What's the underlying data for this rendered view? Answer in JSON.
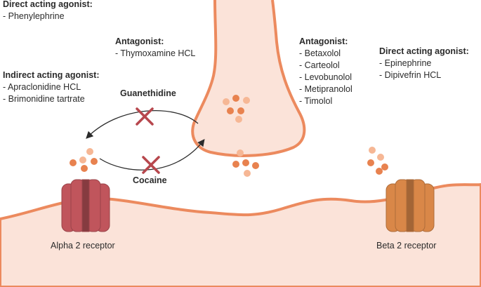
{
  "colors": {
    "membrane_fill": "#fbe3d9",
    "membrane_stroke": "#ec8a5e",
    "alpha_receptor": "#c0555c",
    "beta_receptor": "#d98748",
    "cross": "#b7474d",
    "dot_dark": "#e8824f",
    "dot_light": "#f6b795",
    "arrow": "#2b2b2b"
  },
  "blocks": {
    "top_left": {
      "heading": "Direct acting agonist:",
      "items": [
        "- Phenylephrine"
      ]
    },
    "indirect": {
      "heading": "Indirect acting agonist:",
      "items": [
        "- Apraclonidine HCL",
        "- Brimonidine tartrate"
      ]
    },
    "antagonist_alpha": {
      "heading": "Antagonist:",
      "items": [
        "- Thymoxamine HCL"
      ]
    },
    "antagonist_beta": {
      "heading": "Antagonist:",
      "items": [
        "- Betaxolol",
        "- Carteolol",
        "- Levobunolol",
        "- Metipranolol",
        "- Timolol"
      ]
    },
    "direct_right": {
      "heading": "Direct acting agonist:",
      "items": [
        "- Epinephrine",
        "- Dipivefrin HCL"
      ]
    }
  },
  "labels": {
    "guanethidine": "Guanethidine",
    "cocaine": "Cocaine",
    "alpha_receptor": "Alpha 2 receptor",
    "beta_receptor": "Beta 2 receptor"
  },
  "icons": [
    "cross-icon",
    "alpha-receptor-icon",
    "beta-receptor-icon"
  ]
}
